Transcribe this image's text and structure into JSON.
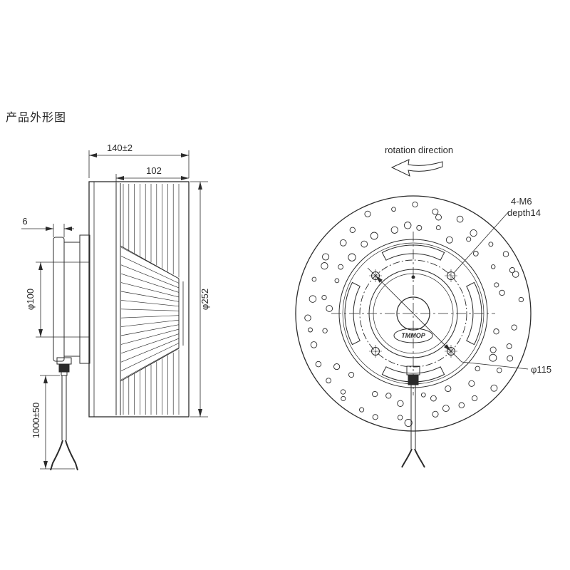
{
  "title": "产品外形图",
  "colors": {
    "line": "#2b2b2b",
    "background": "#ffffff"
  },
  "side_view": {
    "dim_total_depth": "140±2",
    "dim_impeller_depth": "102",
    "dim_flange_thickness": "6",
    "dim_motor_diameter": "φ100",
    "dim_outer_diameter": "φ252",
    "dim_cable_length": "1000±50"
  },
  "front_view": {
    "rotation_label": "rotation direction",
    "mounting_holes_label": "4-M6",
    "mounting_holes_depth": "depth14",
    "dim_bolt_circle": "φ115",
    "brand": "TMMOP"
  }
}
